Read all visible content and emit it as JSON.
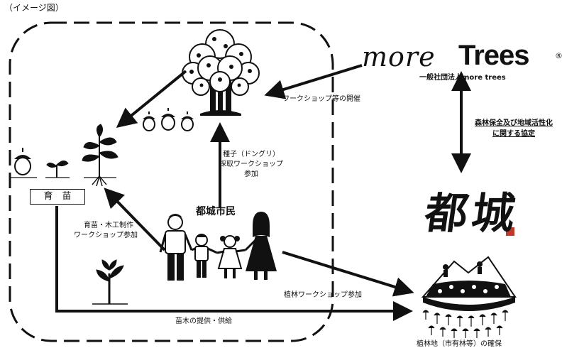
{
  "page_title": "（イメージ図）",
  "org": {
    "logo_script": "more",
    "logo_bold": "Trees",
    "logo_mark": "®",
    "name": "一般社団法人more trees"
  },
  "agreement": {
    "line1": "森林保全及び地域活性化",
    "line2": "に関する協定"
  },
  "city_calligraphy": "都城",
  "citizens": "都城市民",
  "seedling_box": "育　苗",
  "labels": {
    "workshop_events": "ワークショップ等の開催",
    "seed_collect_1": "種子（ドングリ）",
    "seed_collect_2": "採取ワークショップ",
    "seed_collect_3": "参加",
    "nursery_ws_1": "育苗・木工制作",
    "nursery_ws_2": "ワークショップ参加",
    "planting_ws": "植林ワークショップ参加",
    "seedling_supply": "苗木の提供・供給",
    "planting_site": "植林地（市有林等）の確保"
  },
  "colors": {
    "ink": "#111111",
    "background": "#ffffff",
    "seal": "#c0392b"
  }
}
